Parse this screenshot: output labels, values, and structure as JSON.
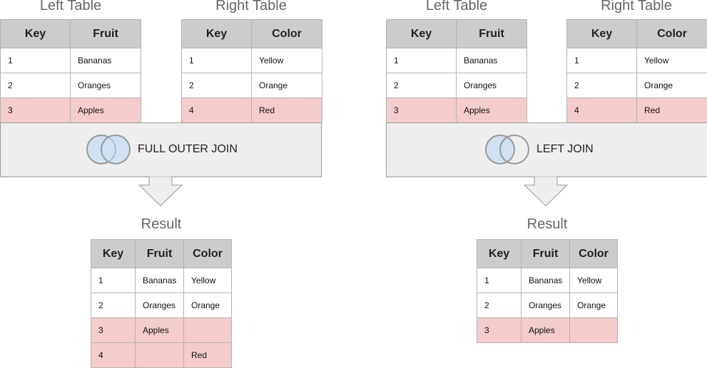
{
  "panels": [
    {
      "left_title": "Left Table",
      "right_title": "Right Table",
      "left_table": {
        "headers": [
          "Key",
          "Fruit"
        ],
        "rows": [
          [
            "1",
            "Bananas"
          ],
          [
            "2",
            "Oranges"
          ],
          [
            "3",
            "Apples"
          ]
        ],
        "highlighted": [
          false,
          false,
          true
        ]
      },
      "right_table": {
        "headers": [
          "Key",
          "Color"
        ],
        "rows": [
          [
            "1",
            "Yellow"
          ],
          [
            "2",
            "Orange"
          ],
          [
            "4",
            "Red"
          ]
        ],
        "highlighted": [
          false,
          false,
          true
        ]
      },
      "join_label": "FULL OUTER JOIN",
      "result_title": "Result",
      "result_table": {
        "headers": [
          "Key",
          "Fruit",
          "Color"
        ],
        "rows": [
          [
            "1",
            "Bananas",
            "Yellow"
          ],
          [
            "2",
            "Oranges",
            "Orange"
          ],
          [
            "3",
            "Apples",
            ""
          ],
          [
            "4",
            "",
            "Red"
          ]
        ],
        "highlighted": [
          false,
          false,
          true,
          true
        ]
      }
    },
    {
      "left_title": "Left Table",
      "right_title": "Right Table",
      "left_table": {
        "headers": [
          "Key",
          "Fruit"
        ],
        "rows": [
          [
            "1",
            "Bananas"
          ],
          [
            "2",
            "Oranges"
          ],
          [
            "3",
            "Apples"
          ]
        ],
        "highlighted": [
          false,
          false,
          true
        ]
      },
      "right_table": {
        "headers": [
          "Key",
          "Color"
        ],
        "rows": [
          [
            "1",
            "Yellow"
          ],
          [
            "2",
            "Orange"
          ],
          [
            "4",
            "Red"
          ]
        ],
        "highlighted": [
          false,
          false,
          true
        ]
      },
      "join_label": "LEFT JOIN",
      "result_title": "Result",
      "result_table": {
        "headers": [
          "Key",
          "Fruit",
          "Color"
        ],
        "rows": [
          [
            "1",
            "Bananas",
            "Yellow"
          ],
          [
            "2",
            "Oranges",
            "Orange"
          ],
          [
            "3",
            "Apples",
            ""
          ]
        ],
        "highlighted": [
          false,
          false,
          true
        ]
      }
    }
  ],
  "colors": {
    "header_bg": "#cccccc",
    "highlight_row": "#f4cccc",
    "band_bg": "#eeeeee",
    "venn_fill": "#cfe2f3",
    "venn_stroke": "#999999"
  }
}
